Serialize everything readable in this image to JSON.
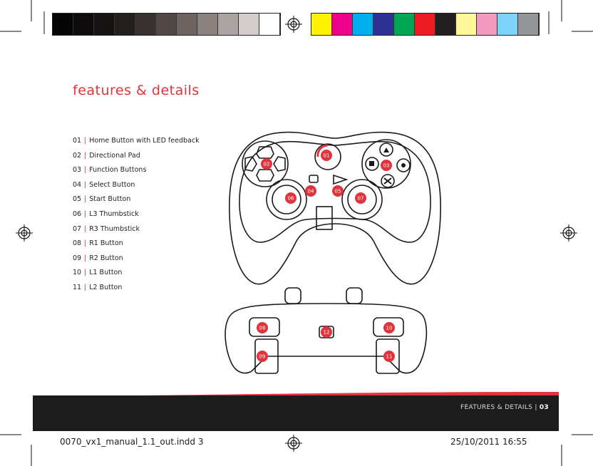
{
  "page": {
    "title": "features & details",
    "features": [
      {
        "num": "01",
        "label": "Home Button with LED feedback"
      },
      {
        "num": "02",
        "label": "Directional Pad"
      },
      {
        "num": "03",
        "label": "Function Buttons"
      },
      {
        "num": "04",
        "label": "Select Button"
      },
      {
        "num": "05",
        "label": "Start Button"
      },
      {
        "num": "06",
        "label": "L3 Thumbstick"
      },
      {
        "num": "07",
        "label": "R3 Thumbstick"
      },
      {
        "num": "08",
        "label": "R1 Button"
      },
      {
        "num": "09",
        "label": "R2 Button"
      },
      {
        "num": "10",
        "label": "L1 Button"
      },
      {
        "num": "11",
        "label": "L2 Button"
      }
    ],
    "top_callouts": [
      "01",
      "02",
      "03",
      "04",
      "05",
      "06",
      "07"
    ],
    "rear_callouts": [
      "08",
      "09",
      "10",
      "11",
      "12"
    ],
    "footer": {
      "section": "FEATURES & DETAILS",
      "separator": "|",
      "page_number": "03"
    },
    "slug": {
      "file": "0070_vx1_manual_1.1_out.indd   3",
      "date": "25/10/2011   16:55"
    }
  },
  "colors": {
    "accent": "#e0343c",
    "footer_bg": "#1c1c1c",
    "gray_swatches": [
      "#050505",
      "#0d0b0b",
      "#171312",
      "#241e1c",
      "#3a3230",
      "#514745",
      "#6d6461",
      "#8a817e",
      "#aaa3a0",
      "#d3cccb",
      "#ffffff"
    ],
    "color_swatches": [
      "#fff200",
      "#ec008c",
      "#00aeef",
      "#2e3192",
      "#00a651",
      "#ed1c24",
      "#231f20",
      "#fff799",
      "#f49ac1",
      "#7dd3f7",
      "#939598"
    ]
  },
  "icons": {
    "registration_mark": "registration-target-icon",
    "gamepad": "gamepad-illustration"
  }
}
